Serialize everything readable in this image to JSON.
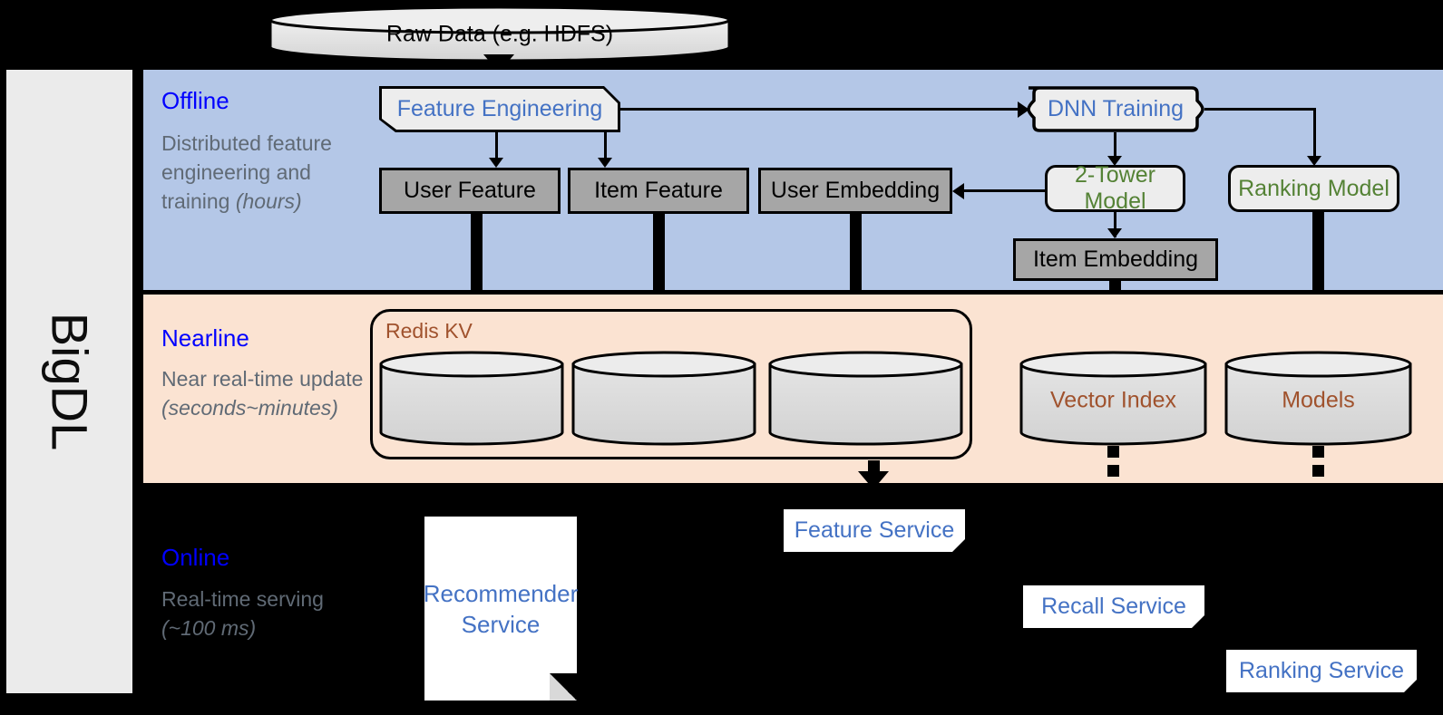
{
  "framework": {
    "name": "BigDL"
  },
  "source": {
    "label": "Raw Data (e.g. HDFS)"
  },
  "bands": [
    {
      "id": "offline",
      "title": "Offline",
      "desc_plain": "Distributed feature engineering and training ",
      "desc_italic": "(hours)"
    },
    {
      "id": "nearline",
      "title": "Nearline",
      "desc_plain": "Near real-time update ",
      "desc_italic": "(seconds~minutes)"
    },
    {
      "id": "online",
      "title": "Online",
      "desc_plain": "Real-time serving ",
      "desc_italic": "(~100 ms)"
    }
  ],
  "offline": {
    "feature_engineering": "Feature Engineering",
    "dnn_training": "DNN Training",
    "user_feature": "User Feature",
    "item_feature": "Item Feature",
    "user_embedding": "User Embedding",
    "two_tower_model": "2-Tower Model",
    "ranking_model": "Ranking Model",
    "item_embedding": "Item Embedding"
  },
  "nearline": {
    "redis_kv": "Redis KV",
    "store_user_feature": "",
    "store_item_feature": "",
    "store_user_embedding": "",
    "vector_index": "Vector Index",
    "models": "Models"
  },
  "online": {
    "recommender_service": "Recommender Service",
    "feature_service": "Feature Service",
    "recall_service": "Recall Service",
    "ranking_service": "Ranking Service"
  },
  "colors": {
    "offline_band": "#b4c7e7",
    "nearline_band": "#fbe3d2",
    "online_band": "#000000",
    "band_title": "#0000ff",
    "band_desc": "#606a75",
    "blue_text": "#4472c4",
    "green_text": "#548235",
    "redis_label": "#a0522d",
    "gray_box": "#a6a6a6",
    "light_box": "#ededed",
    "rail_bg": "#ebebeb"
  }
}
